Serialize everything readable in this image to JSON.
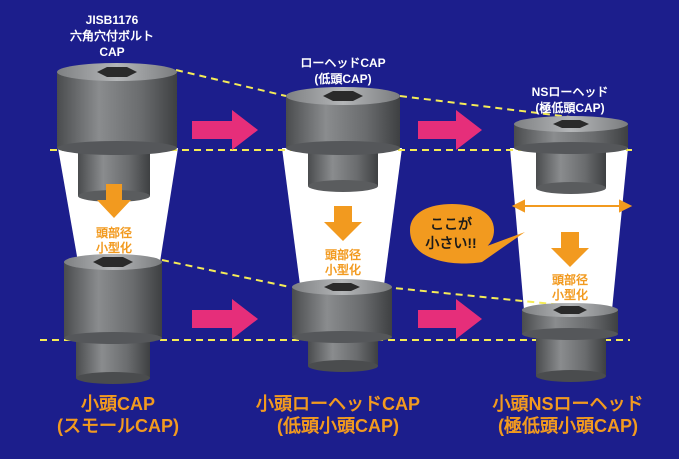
{
  "labels": {
    "col1_top": [
      "JISB1176",
      "六角穴付ボルト",
      "CAP"
    ],
    "col2_top": [
      "ローヘッドCAP",
      "(低頭CAP)"
    ],
    "col3_top": [
      "NSローヘッド",
      "(極低頭CAP)"
    ],
    "shrink": [
      "頭部径",
      "小型化"
    ],
    "callout": [
      "ここが",
      "小さい!!"
    ],
    "col1_bottom": [
      "小頭CAP",
      "(スモールCAP)"
    ],
    "col2_bottom": [
      "小頭ローヘッドCAP",
      "(低頭小頭CAP)"
    ],
    "col3_bottom": [
      "小頭NSローヘッド",
      "(極低頭小頭CAP)"
    ]
  },
  "colors": {
    "background": "#1c1e8c",
    "bolt_body": "#6e7072",
    "bolt_top": "#9a9c9e",
    "hex_socket": "#2a2a2a",
    "down_arrow": "#f29a1f",
    "right_arrow": "#e62e7a",
    "dashed_line": "#f5ec57",
    "label_top": "#ffffff",
    "label_orange": "#f29a1f",
    "callout_fill": "#f29a1f",
    "callout_text": "#1a1a1a",
    "funnel": "#ffffff"
  },
  "icons": {
    "down_arrow": "down-arrow-icon",
    "right_arrow": "right-arrow-icon",
    "hex": "hex-socket-icon",
    "callout": "speech-bubble-icon",
    "width_marker": "double-arrow-icon"
  }
}
